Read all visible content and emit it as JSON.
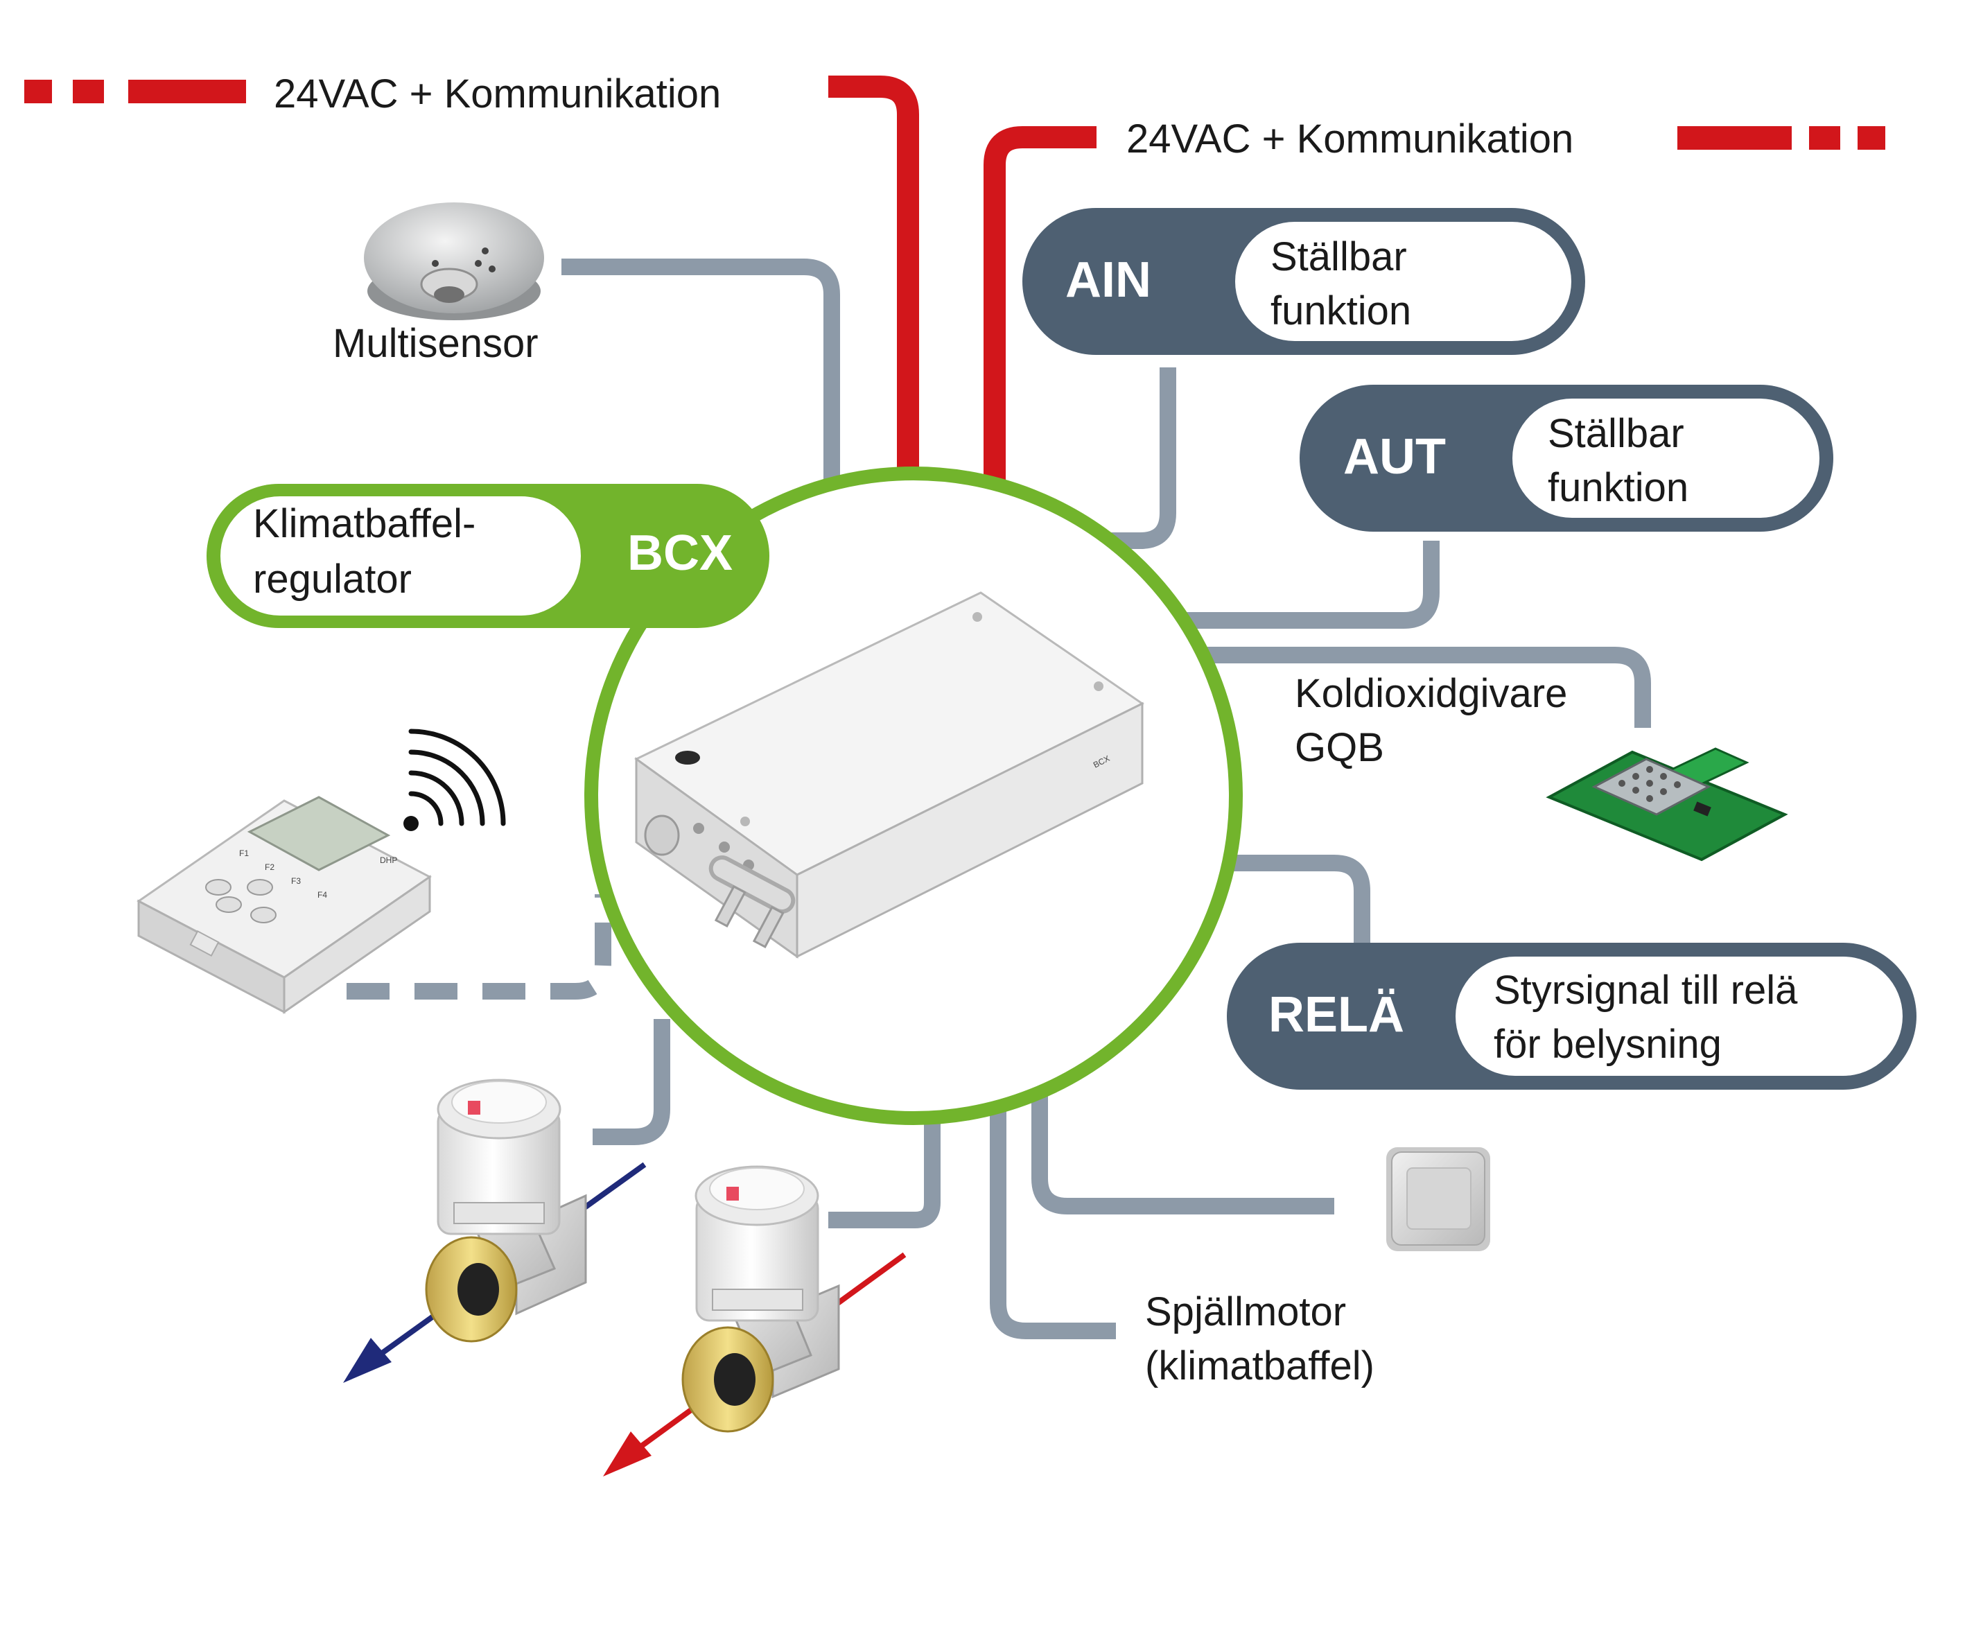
{
  "power": {
    "left_label": "24VAC + Kommunikation",
    "right_label": "24VAC + Kommunikation"
  },
  "controller": {
    "tag": "BCX",
    "label_line1": "Klimatbaffel-",
    "label_line2": "regulator",
    "device_text": "BCX"
  },
  "ain": {
    "tag": "AIN",
    "line1": "Ställbar",
    "line2": "funktion"
  },
  "aut": {
    "tag": "AUT",
    "line1": "Ställbar",
    "line2": "funktion"
  },
  "rela": {
    "tag": "RELÄ",
    "line1": "Styrsignal till relä",
    "line2": "för belysning"
  },
  "multisensor": {
    "label": "Multisensor"
  },
  "co2": {
    "line1": "Koldioxidgivare",
    "line2": "GQB"
  },
  "damper": {
    "line1": "Spjällmotor",
    "line2": "(klimatbaffel)"
  },
  "hand_terminal": {
    "brand": "DHP",
    "keys": [
      "F1",
      "F2",
      "F3",
      "F4"
    ]
  },
  "colors": {
    "power_red": "#d2161b",
    "signal_gray": "#8d9aa8",
    "green": "#72b42c",
    "slate": "#4e6072",
    "cold_blue": "#1f2a7a",
    "hot_red": "#d2161b"
  },
  "icons": {
    "wireless": "wireless-signal-icon",
    "cold_flow": "arrow-down-left-blue-icon",
    "hot_flow": "arrow-down-left-red-icon"
  }
}
